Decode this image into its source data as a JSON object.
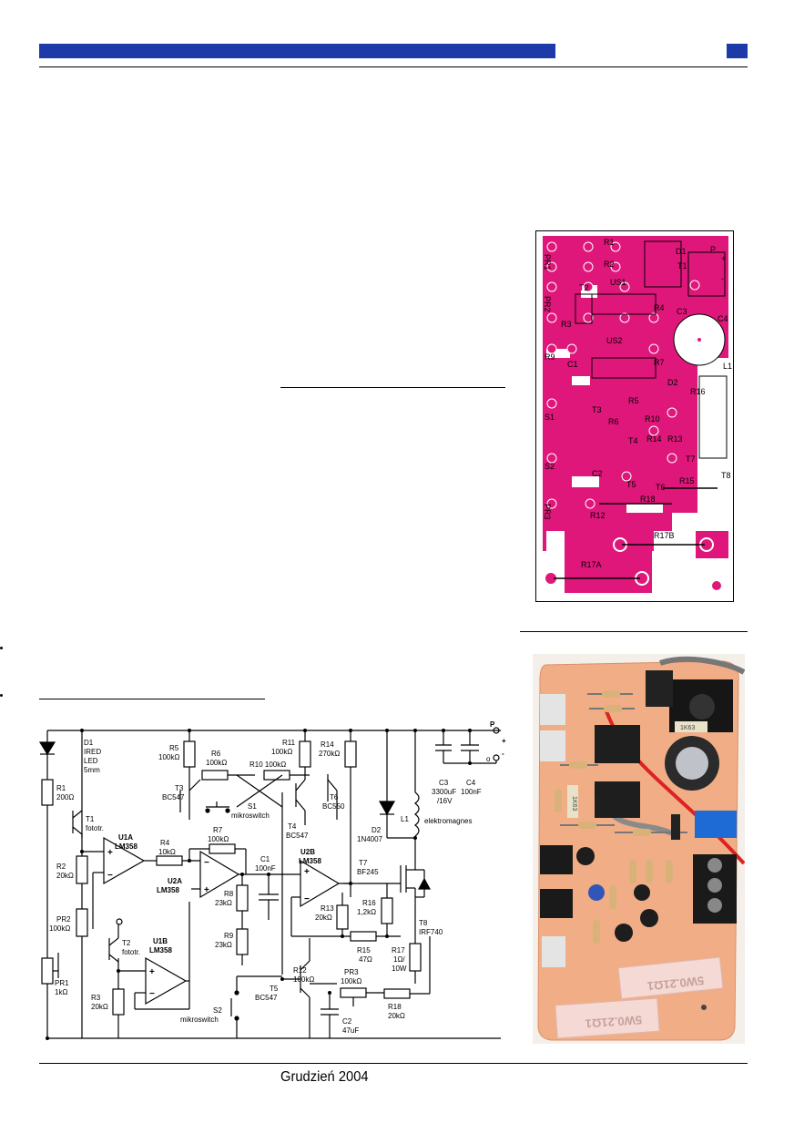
{
  "footer": {
    "date": "Grudzień 2004"
  },
  "accent_color": "#1c3aa8",
  "pcb_color": "#e0177a",
  "pcb_labels": {
    "pr1": "PR1",
    "pr2": "PR2",
    "pr3": "PR3",
    "r1": "R1",
    "r2": "R2",
    "r3": "R3",
    "r4": "R4",
    "r5": "R5",
    "r6": "R6",
    "r7": "R7",
    "r9": "R9",
    "r10": "R10",
    "r12": "R12",
    "r13": "R13",
    "r14": "R14",
    "r15": "R15",
    "r16": "R16",
    "r17a": "R17A",
    "r17b": "R17B",
    "r18": "R18",
    "c1": "C1",
    "c2": "C2",
    "c3": "C3",
    "c4": "C4",
    "t1": "T1",
    "t2": "T2",
    "t3": "T3",
    "t4": "T4",
    "t5": "T5",
    "t6": "T6",
    "t7": "T7",
    "t8": "T8",
    "d1": "D1",
    "d2": "D2",
    "l1": "L1",
    "s1": "S1",
    "s2": "S2",
    "us1": "US1",
    "us2": "US2",
    "p": "P",
    "plus": "+",
    "minus": "-"
  },
  "schematic": {
    "p": "P",
    "plus": "+",
    "minus": "-",
    "o": "o",
    "d1": [
      "D1",
      "IRED",
      "LED",
      "5mm"
    ],
    "r1": [
      "R1",
      "200Ω"
    ],
    "t1": [
      "T1",
      "fototr."
    ],
    "r2": [
      "R2",
      "20kΩ"
    ],
    "pr2": [
      "PR2",
      "100kΩ"
    ],
    "pr1": [
      "PR1",
      "1kΩ"
    ],
    "t2": [
      "T2",
      "fototr."
    ],
    "r3": [
      "R3",
      "20kΩ"
    ],
    "u1a": [
      "U1A",
      "LM358"
    ],
    "u1b": [
      "U1B",
      "LM358"
    ],
    "u2a": [
      "U2A",
      "LM358"
    ],
    "u2b": [
      "U2B",
      "LM358"
    ],
    "r4": [
      "R4",
      "10kΩ"
    ],
    "r5": [
      "R5",
      "100kΩ"
    ],
    "r6": [
      "R6",
      "100kΩ"
    ],
    "r7": [
      "R7",
      "100kΩ"
    ],
    "r8": [
      "R8",
      "23kΩ"
    ],
    "r9": [
      "R9",
      "23kΩ"
    ],
    "r10": "R10 100kΩ",
    "r11": [
      "R11",
      "100kΩ"
    ],
    "r12": [
      "R12",
      "100kΩ"
    ],
    "r13": [
      "R13",
      "20kΩ"
    ],
    "r14": [
      "R14",
      "270kΩ"
    ],
    "r15": [
      "R15",
      "47Ω"
    ],
    "r16": [
      "R16",
      "1,2kΩ"
    ],
    "r17": [
      "R17",
      "1Ω/",
      "10W"
    ],
    "r18": [
      "R18",
      "20kΩ"
    ],
    "pr3": [
      "PR3",
      "100kΩ"
    ],
    "c1": [
      "C1",
      "100nF"
    ],
    "c2": [
      "C2",
      "47uF"
    ],
    "c3": [
      "C3",
      "3300uF",
      "/16V"
    ],
    "c4": [
      "C4",
      "100nF"
    ],
    "t3": [
      "T3",
      "BC547"
    ],
    "t4": [
      "T4",
      "BC547"
    ],
    "t5": [
      "T5",
      "BC547"
    ],
    "t6": [
      "T6",
      "BC550"
    ],
    "t7": [
      "T7",
      "BF245"
    ],
    "t8": [
      "T8",
      "IRF740"
    ],
    "d2": [
      "D2",
      "1N4007"
    ],
    "l1": "L1",
    "l1_desc": "elektromagnes",
    "s1": [
      "S1",
      "mikroswitch"
    ],
    "s2": [
      "S2",
      "mikroswitch"
    ]
  },
  "photo": {
    "label1": "1K63",
    "label2": "1K63",
    "resistor1": "5W0.21Ω1",
    "resistor2": "5W0.21Ω1"
  }
}
